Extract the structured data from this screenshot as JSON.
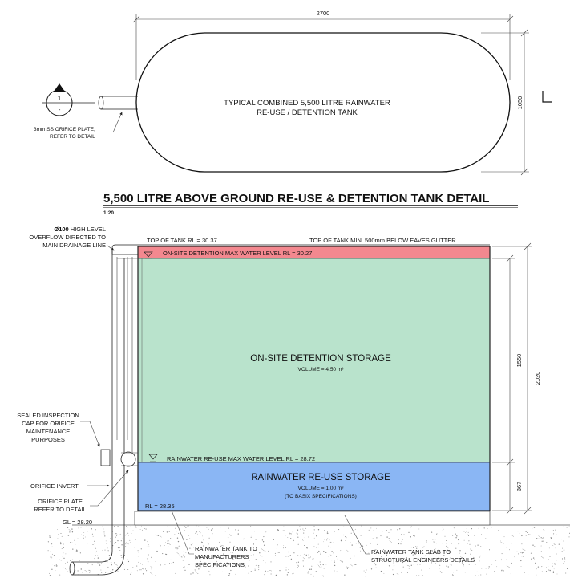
{
  "plan": {
    "width_dim": "2700",
    "height_dim": "1050",
    "tank_label_line1": "TYPICAL COMBINED 5,500 LITRE RAINWATER",
    "tank_label_line2": "RE-USE / DETENTION TANK",
    "section_marker_number": "1",
    "section_marker_sheet": "-",
    "orifice_note_line1": "3mm SS ORIFICE PLATE,",
    "orifice_note_line2": "REFER TO DETAIL"
  },
  "detail": {
    "title": "5,500 LITRE ABOVE GROUND RE-USE & DETENTION TANK DETAIL",
    "scale": "1:20"
  },
  "section": {
    "overflow_line1_bold": "Ø100",
    "overflow_line1_rest": " HIGH LEVEL",
    "overflow_line2": "OVERFLOW DIRECTED TO",
    "overflow_line3": "MAIN DRAINAGE LINE",
    "top_of_tank": "TOP OF TANK RL = 30.37",
    "top_of_tank_note": "TOP OF TANK MIN. 500mm BELOW EAVES GUTTER",
    "detention_max_level": "ON-SITE DETENTION MAX WATER LEVEL RL = 30.27",
    "detention_title": "ON-SITE DETENTION STORAGE",
    "detention_volume": "VOLUME = 4.50 m³",
    "reuse_max_level": "RAINWATER RE-USE MAX WATER LEVEL RL = 28.72",
    "reuse_title": "RAINWATER RE-USE STORAGE",
    "reuse_volume": "VOLUME = 1.00 m³",
    "reuse_note": "(TO BASIX SPECIFICATIONS)",
    "bottom_rl": "RL = 28.35",
    "ground_level": "GL = 28.20",
    "dim_1550": "1550",
    "dim_2020": "2020",
    "dim_367": "367",
    "inspection_line1": "SEALED INSPECTION",
    "inspection_line2": "CAP FOR ORIFICE",
    "inspection_line3": "MAINTENANCE",
    "inspection_line4": "PURPOSES",
    "orifice_invert": "ORIFICE INVERT",
    "orifice_plate_line1": "ORIFICE PLATE",
    "orifice_plate_line2": "REFER TO DETAIL",
    "tank_spec_line1": "RAINWATER TANK TO",
    "tank_spec_line2": "MANUFACTURERS",
    "tank_spec_line3": "SPECIFICATIONS",
    "slab_line1": "RAINWATER TANK SLAB TO",
    "slab_line2": "STRUCTURAL ENGINEERS DETAILS"
  },
  "colors": {
    "detention_fill": "#b9e3cc",
    "reuse_fill": "#8ab6f4",
    "freeboard_fill": "#f3888f"
  }
}
